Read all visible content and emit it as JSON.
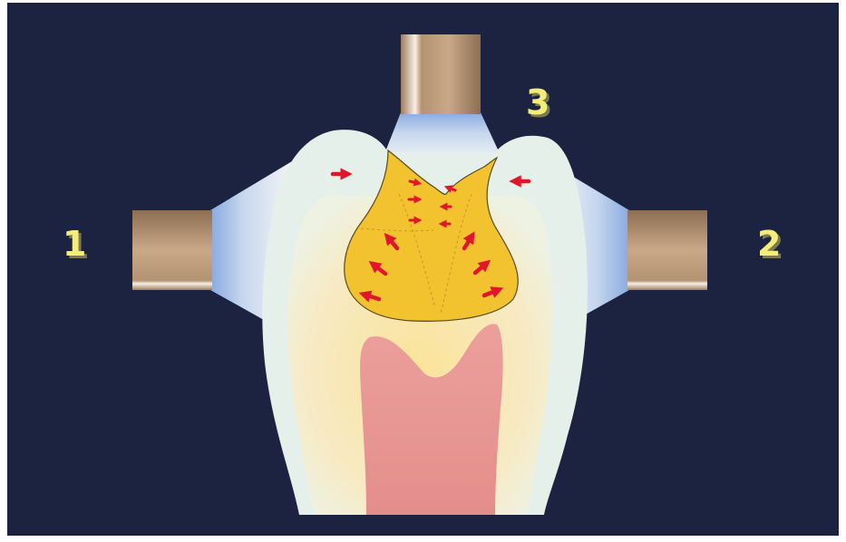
{
  "labels": {
    "left": "1",
    "right": "2",
    "top": "3"
  },
  "colors": {
    "background": "#1b2340",
    "label_fill": "#f3ed79",
    "label_shadow": "#7d7a52",
    "enamel": "#e6f0ea",
    "dentin": "#f6e6b0",
    "pulp": "#e99c9a",
    "composite": "#f2c22f",
    "composite_outline": "#5a4a1a",
    "arrow": "#e2162a",
    "light_guide": "#b08f6e",
    "light_beam": "#cfe0f7"
  },
  "icons": {
    "light_guides": "light-guide-tip",
    "arrows": "shrinkage-arrow"
  }
}
